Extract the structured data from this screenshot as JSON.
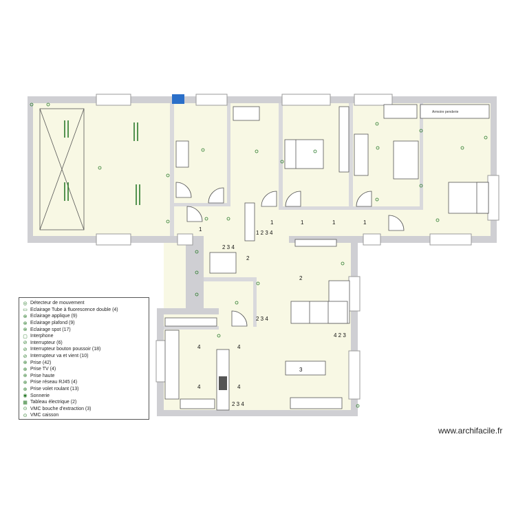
{
  "legend": {
    "items": [
      {
        "symbol": "◎",
        "label": "Détecteur de mouvement"
      },
      {
        "symbol": "▭",
        "label": "Eclairage Tube à fluorescence double (4)"
      },
      {
        "symbol": "⊗",
        "label": "Eclairage applique (9)"
      },
      {
        "symbol": "⊗",
        "label": "Eclairage plafond (9)"
      },
      {
        "symbol": "⊗",
        "label": "Eclairage spot (17)"
      },
      {
        "symbol": "▢",
        "label": "Interphone"
      },
      {
        "symbol": "⊘",
        "label": "Interrupteur (6)"
      },
      {
        "symbol": "⊘",
        "label": "Interrupteur bouton poussoir (18)"
      },
      {
        "symbol": "⊘",
        "label": "Interrupteur va et vient (10)"
      },
      {
        "symbol": "⊕",
        "label": "Prise (42)"
      },
      {
        "symbol": "⊕",
        "label": "Prise TV (4)"
      },
      {
        "symbol": "⊕",
        "label": "Prise haute"
      },
      {
        "symbol": "⊕",
        "label": "Prise réseau RJ45 (4)"
      },
      {
        "symbol": "⊕",
        "label": "Prise volet roulant (13)"
      },
      {
        "symbol": "◉",
        "label": "Sonnerie"
      },
      {
        "symbol": "▦",
        "label": "Tableau électrique (2)"
      },
      {
        "symbol": "⊙",
        "label": "VMC bouche d'extraction (3)"
      },
      {
        "symbol": "⊙",
        "label": "VMC caisson"
      }
    ]
  },
  "room_labels": {
    "bedroom_top_right": "Armoire penderie"
  },
  "annotations": [
    "1",
    "1",
    "1",
    "1",
    "1",
    "1 2 3 4",
    "2 3 4",
    "2",
    "2",
    "2 3 4",
    "4 2 3",
    "4",
    "4",
    "4",
    "4",
    "3",
    "2 3 4"
  ],
  "watermark": "www.archifacile.fr",
  "colors": {
    "floor": "#f8f8e4",
    "wall": "#d9d9dc",
    "outer_wall": "#cfcfd3",
    "accent_blue": "#2a6fc9",
    "symbol_green": "#2a7a2a"
  }
}
